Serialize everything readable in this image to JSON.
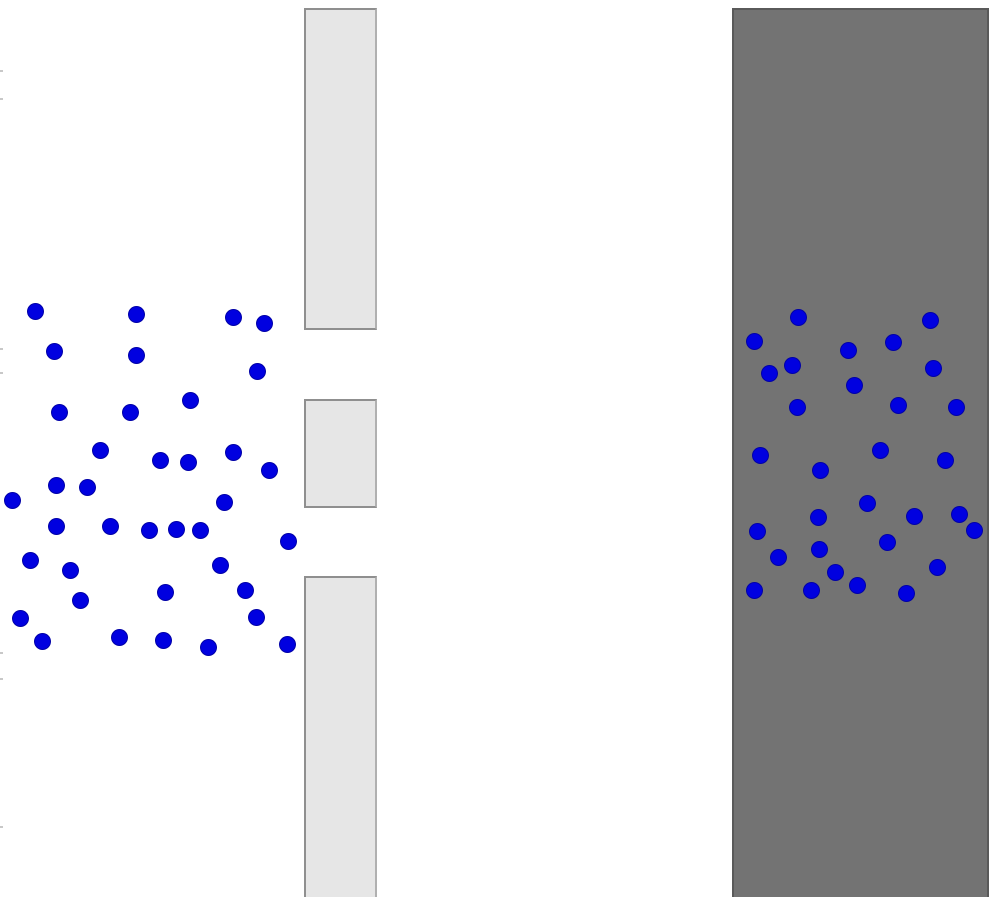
{
  "diagram": {
    "colors": {
      "background": "#ffffff",
      "barrier_fill": "#e6e6e6",
      "barrier_border": "#8f8f8f",
      "screen_fill": "#737373",
      "particle": "#0000e0"
    },
    "components": [
      "incoming-particles",
      "double-slit-barrier",
      "detection-screen",
      "screen-hits"
    ],
    "incoming_particle_count": 38,
    "screen_hit_count": 31
  }
}
